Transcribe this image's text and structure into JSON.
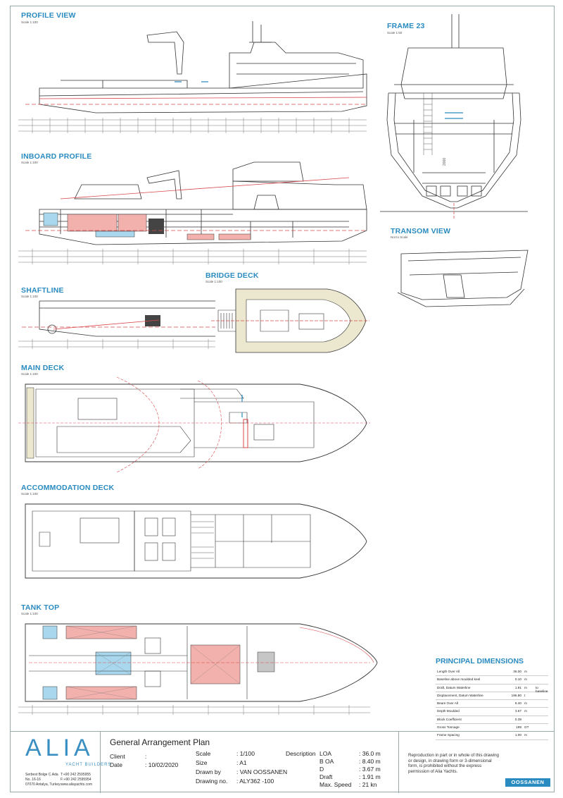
{
  "views": {
    "profile_view": {
      "title": "PROFILE VIEW",
      "scale": "Scale 1:100"
    },
    "frame23": {
      "title": "FRAME 23",
      "scale": "Scale 1:50"
    },
    "inboard_profile": {
      "title": "INBOARD PROFILE",
      "scale": "Scale 1:100"
    },
    "transom_view": {
      "title": "TRANSOM VIEW",
      "scale": "Not to Scale"
    },
    "bridge_deck": {
      "title": "BRIDGE DECK",
      "scale": "Scale 1:100"
    },
    "shaftline": {
      "title": "SHAFTLINE",
      "scale": "Scale 1:100"
    },
    "main_deck": {
      "title": "MAIN DECK",
      "scale": "Scale 1:100"
    },
    "accommodation_deck": {
      "title": "ACCOMMODATION DECK",
      "scale": "Scale 1:100"
    },
    "tank_top": {
      "title": "TANK TOP",
      "scale": "Scale 1:100"
    }
  },
  "frame23_dim": "2000",
  "principal_dimensions": {
    "title": "PRINCIPAL DIMENSIONS",
    "rows": [
      {
        "name": "Length Over All",
        "value": "36.00",
        "unit": "m",
        "extra": ""
      },
      {
        "name": "Baseline above moulded keel",
        "value": "0.10",
        "unit": "m",
        "extra": ""
      },
      {
        "name": "Draft, Datum Waterline",
        "value": "1.91",
        "unit": "m",
        "extra": "to baseline"
      },
      {
        "name": "Displacement, Datum Waterline",
        "value": "196.80",
        "unit": "t",
        "extra": ""
      },
      {
        "name": "Beam Over All",
        "value": "8.40",
        "unit": "m",
        "extra": ""
      },
      {
        "name": "Depth Moulded",
        "value": "3.67",
        "unit": "m",
        "extra": ""
      },
      {
        "name": "Block Coefficient",
        "value": "0.39",
        "unit": "",
        "extra": ""
      },
      {
        "name": "Gross Tonnage",
        "value": "199",
        "unit": "GT",
        "extra": ""
      },
      {
        "name": "Frame Spacing",
        "value": "1.00",
        "unit": "m",
        "extra": ""
      }
    ]
  },
  "title_block": {
    "logo": "ALIA",
    "logo_sub": "YACHT BUILDERS",
    "address_lines": [
      "Serbest Bolge C.Ada",
      "No. 16-16",
      "07070 Antalya, Turkey"
    ],
    "contact_lines": [
      "T:+90 242 2595955",
      "F:+90 242 2595954",
      "www.aliayachts.com"
    ],
    "heading": "General Arrangement Plan",
    "client_label": "Client",
    "client_value": ":",
    "date_label": "Date",
    "date_value": ": 10/02/2020",
    "scale_label": "Scale",
    "scale_value": ": 1/100",
    "size_label": "Size",
    "size_value": ": A1",
    "drawn_label": "Drawn by",
    "drawn_value": ": VAN OOSSANEN",
    "drawing_label": "Drawing no.",
    "drawing_value": ": ALY362 -100",
    "description_label": "Description",
    "specs": [
      {
        "label": "LOA",
        "value": ": 36.0 m"
      },
      {
        "label": "B OA",
        "value": ": 8.40 m"
      },
      {
        "label": "D",
        "value": ": 3.67 m"
      },
      {
        "label": "Draft",
        "value": ": 1.91 m"
      },
      {
        "label": "Max. Speed",
        "value": ": 21 kn"
      }
    ],
    "note": "Reproduction in part or in whole of this drawing or design, in drawing form or 3-dimensional form, is prohibited without the express permission of Alia Yachts.",
    "brand": "OOSSANEN"
  },
  "colors": {
    "accent": "#2a8bc0",
    "tank_pink": "#f3b1ad",
    "tank_blue": "#a9d8ee",
    "deck_beige": "#ece8cf",
    "red_line": "#d9474a"
  }
}
